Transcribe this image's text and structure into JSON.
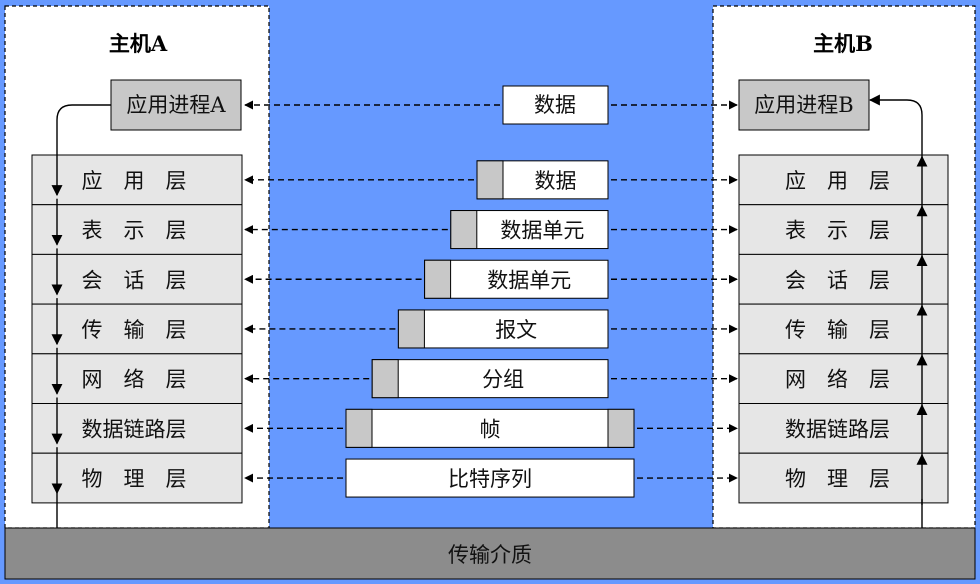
{
  "host_a": {
    "title": "主机A",
    "process": "应用进程A"
  },
  "host_b": {
    "title": "主机B",
    "process": "应用进程B"
  },
  "layers": [
    {
      "name": "应 用 层"
    },
    {
      "name": "表 示 层"
    },
    {
      "name": "会 话 层"
    },
    {
      "name": "传 输 层"
    },
    {
      "name": "网 络 层"
    },
    {
      "name": "数据链路层"
    },
    {
      "name": "物 理 层"
    }
  ],
  "top_pdu": "数据",
  "pdus": [
    {
      "label": "数据",
      "headers": 1,
      "trailer": false
    },
    {
      "label": "数据单元",
      "headers": 1,
      "trailer": false
    },
    {
      "label": "数据单元",
      "headers": 1,
      "trailer": false
    },
    {
      "label": "报文",
      "headers": 1,
      "trailer": false
    },
    {
      "label": "分组",
      "headers": 1,
      "trailer": false
    },
    {
      "label": "帧",
      "headers": 1,
      "trailer": true
    },
    {
      "label": "比特序列",
      "headers": 0,
      "trailer": false
    }
  ],
  "medium": "传输介质",
  "colors": {
    "outer_bg": "#6699ff",
    "center_bg": "#6699ff",
    "host_bg": "#ffffff",
    "layer_fill": "#e6e6e6",
    "process_fill": "#c8c8c8",
    "header_fill": "#c8c8c8",
    "medium_fill": "#8c8c8c"
  }
}
